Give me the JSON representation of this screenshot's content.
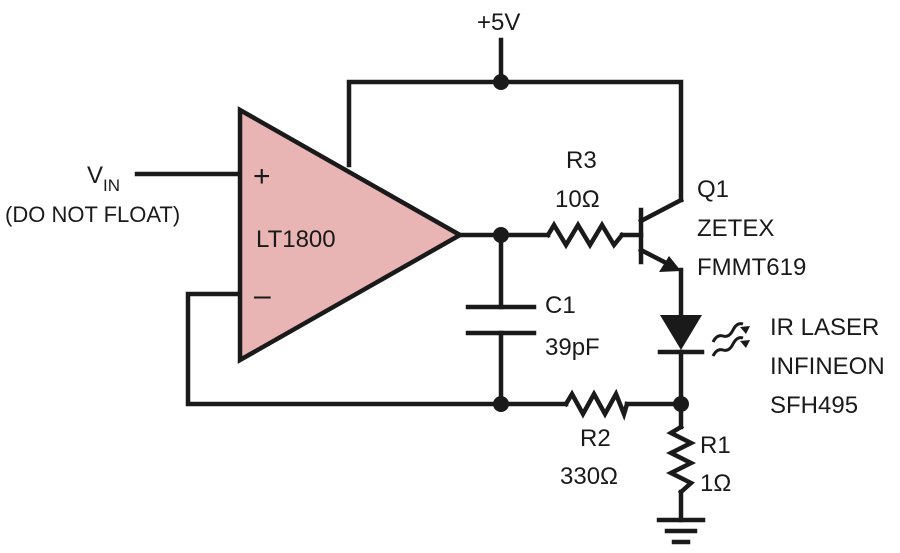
{
  "supply": {
    "label": "+5V"
  },
  "input": {
    "label_main": "V",
    "label_sub": "IN",
    "note": "(DO NOT FLOAT)"
  },
  "opamp": {
    "name": "LT1800",
    "plus": "+",
    "minus": "–",
    "fill_color": "#e8b4b4"
  },
  "r3": {
    "name": "R3",
    "value": "10Ω"
  },
  "q1": {
    "name": "Q1",
    "maker": "ZETEX",
    "part": "FMMT619"
  },
  "c1": {
    "name": "C1",
    "value": "39pF"
  },
  "laser": {
    "line1": "IR LASER",
    "line2": "INFINEON",
    "line3": "SFH495"
  },
  "r2": {
    "name": "R2",
    "value": "330Ω"
  },
  "r1": {
    "name": "R1",
    "value": "1Ω"
  }
}
